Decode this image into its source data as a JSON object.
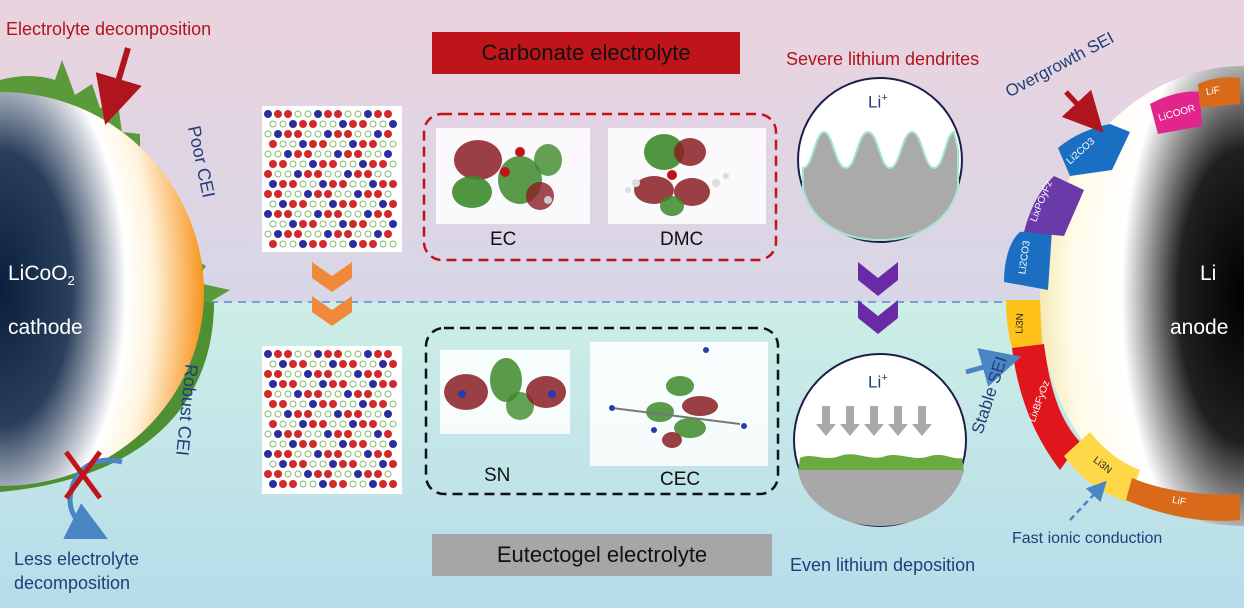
{
  "top_panel": {
    "title": "Carbonate electrolyte",
    "cathode_annotation": "Electrolyte decomposition",
    "cei_label": "Poor CEI",
    "solvents": [
      "EC",
      "DMC"
    ],
    "dendrite_title": "Severe lithium dendrites",
    "li_ion": "Li",
    "li_ion_sup": "+",
    "sei_annotation": "Overgrowth SEI",
    "sei_layers": [
      "Li2CO3",
      "LixPOyFz",
      "Li2CO3",
      "LiCOOR",
      "LiF"
    ]
  },
  "bottom_panel": {
    "title": "Eutectogel electrolyte",
    "cei_label": "Robust CEI",
    "cathode_annotation": [
      "Less electrolyte",
      "decomposition"
    ],
    "solvents": [
      "SN",
      "CEC"
    ],
    "deposition_title": "Even lithium deposition",
    "li_ion": "Li",
    "li_ion_sup": "+",
    "sei_annotation": "Stable SEI",
    "sei_layers": [
      "Li3N",
      "LixBFyOz",
      "Li3N",
      "LiF"
    ],
    "conduction_annotation": "Fast ionic conduction"
  },
  "cathode": {
    "formula": "LiCoO",
    "formula_sub": "2",
    "label": "cathode"
  },
  "anode": {
    "symbol": "Li",
    "label": "anode"
  },
  "colors": {
    "top_bg": "#e6cfdb",
    "bottom_bg": "#c6e8e3",
    "red_text": "#b0141c",
    "blue_text": "#1f3e7a",
    "banner_red": "#c0141b",
    "banner_gray": "#a6a6a6",
    "cei_green": "#5a9a3a",
    "cathode_orange": "#f7941d",
    "chevron_orange": "#f08a3a",
    "chevron_purple": "#6a2aa6"
  }
}
